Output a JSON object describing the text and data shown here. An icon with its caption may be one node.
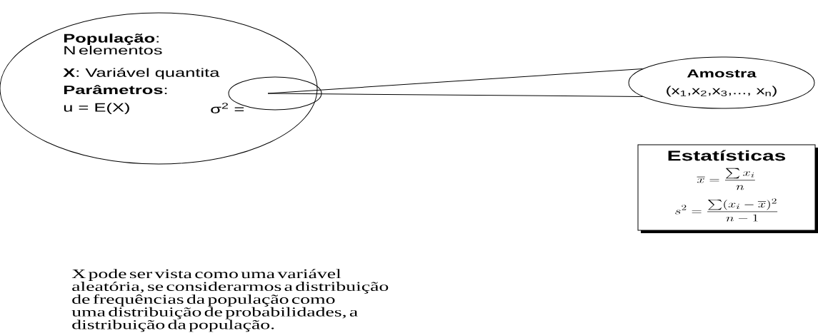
{
  "diagram": {
    "nodes": [
      {
        "text": [
          "**População**: N elementos",
          "**X**: Variável quantita",
          "**Parâmetros**:",
          "u = E(X)",
          "σ$^{2}$ ="
        ]
      },
      {
        "text": [],
        "shape": "ellipse",
        "in": 0
      },
      {
        "text": [
          "Amostra",
          "(x$_{1}$,x$_{2}$,x$_{3}$,..., x$_{n}$)"
        ]
      },
      {
        "text": [
          "Estatísticas",
          "\\overline{x} = \\frac{\\sum x_{i}}{n}",
          "s^{2} = \\frac{\\sum (x_{i} - \\overline{x})^{2}}{n-1}"
        ]
      }
    ],
    "edges": [
      {
        "from": 1,
        "to": 2,
        "arrow": "none"
      },
      {
        "from": 1,
        "to": 2,
        "arrow": "none"
      }
    ],
    "labels": [
      "X pode ser vista como uma variável aleatória, se considerarmos a distribuição de frequências da população como uma distribuição de probabilidades, a distribuição da população."
    ]
  }
}
